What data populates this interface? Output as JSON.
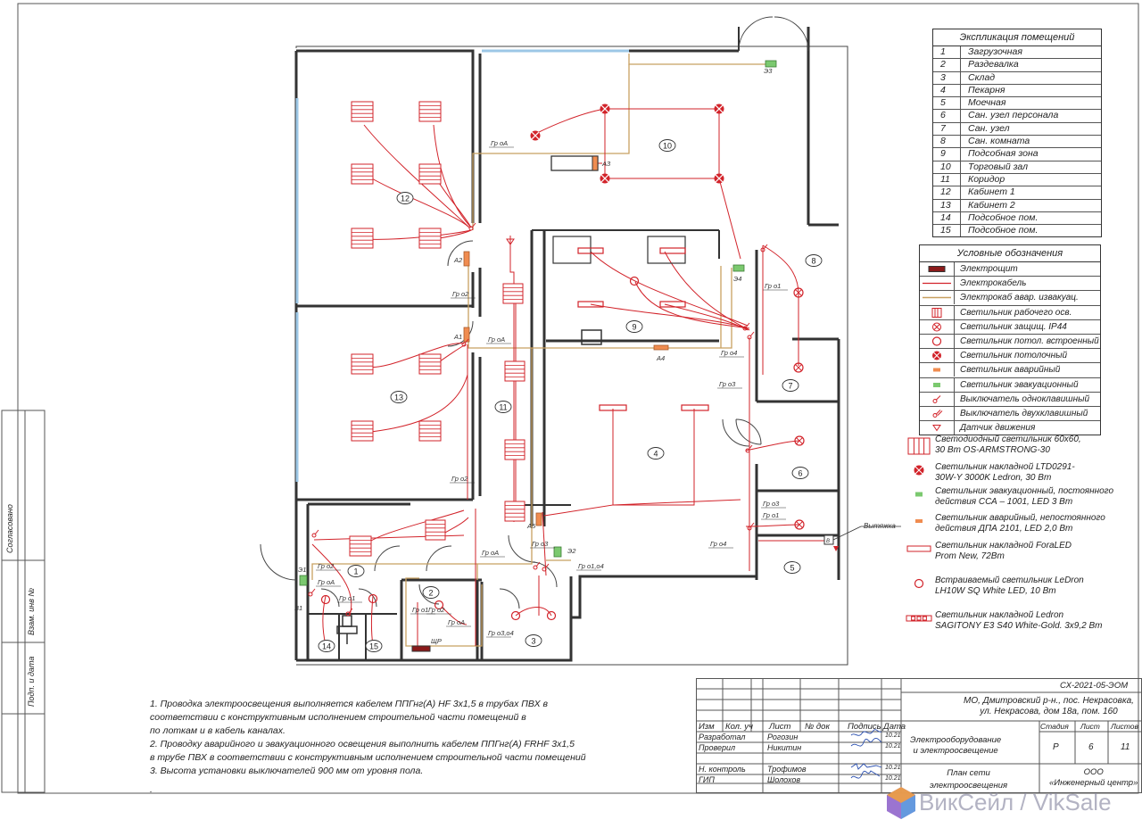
{
  "explication": {
    "title": "Экспликация помещений",
    "rooms": [
      {
        "n": "1",
        "name": "Загрузочная"
      },
      {
        "n": "2",
        "name": "Раздевалка"
      },
      {
        "n": "3",
        "name": "Склад"
      },
      {
        "n": "4",
        "name": "Пекарня"
      },
      {
        "n": "5",
        "name": "Моечная"
      },
      {
        "n": "6",
        "name": "Сан. узел персонала"
      },
      {
        "n": "7",
        "name": "Сан. узел"
      },
      {
        "n": "8",
        "name": "Сан. комната"
      },
      {
        "n": "9",
        "name": "Подсобная зона"
      },
      {
        "n": "10",
        "name": "Торговый зал"
      },
      {
        "n": "11",
        "name": "Коридор"
      },
      {
        "n": "12",
        "name": "Кабинет 1"
      },
      {
        "n": "13",
        "name": "Кабинет 2"
      },
      {
        "n": "14",
        "name": "Подсобное пом."
      },
      {
        "n": "15",
        "name": "Подсобное пом."
      }
    ]
  },
  "legend": {
    "title": "Условные обозначения",
    "items": [
      {
        "icon": "electrical-panel-icon",
        "label": "Электрощит"
      },
      {
        "icon": "cable-line-icon",
        "label": "Электрокабель"
      },
      {
        "icon": "emergency-cable-line-icon",
        "label": "Электрокаб авар. извакуац."
      },
      {
        "icon": "work-light-icon",
        "label": "Светильник рабочего осв."
      },
      {
        "icon": "protected-light-icon",
        "label": "Светильник защищ. IP44"
      },
      {
        "icon": "recessed-light-icon",
        "label": "Светильник потол. встроенный"
      },
      {
        "icon": "ceiling-light-icon",
        "label": "Светильник потолочный"
      },
      {
        "icon": "emergency-light-icon",
        "label": "Светильник аварийный"
      },
      {
        "icon": "evacuation-light-icon",
        "label": "Светильник эвакуационный"
      },
      {
        "icon": "single-switch-icon",
        "label": "Выключатель одноклавишный"
      },
      {
        "icon": "double-switch-icon",
        "label": "Выключатель двухклавишный"
      },
      {
        "icon": "motion-sensor-icon",
        "label": "Датчик движения"
      }
    ]
  },
  "products": [
    {
      "icon": "led-panel-icon",
      "text": "Светодиодный светильник  60х60,\n30 Вт  OS-ARMSTRONG-30"
    },
    {
      "icon": "overhead-light-icon",
      "text": "Светильник накладной LTD0291-\n30W-Y 3000K Ledron, 30 Вт"
    },
    {
      "icon": "evacuation-light-icon",
      "text": "Светильник эвакуационный, постоянного\nдействия    ССА – 1001, LED 3 Вт"
    },
    {
      "icon": "emergency-light-icon",
      "text": "Светильник аварийный, непостоянного\nдействия    ДПА 2101, LED 2,0 Вт"
    },
    {
      "icon": "foraled-light-icon",
      "text": "Светильник накладной ForaLED\nProm New,  72Вт"
    },
    {
      "icon": "recessed-light-icon",
      "text": "Встраиваемый светильник LeDron\nLH10W SQ White LED, 10 Вт"
    },
    {
      "icon": "sagitony-light-icon",
      "text": "Светильник накладной Ledron\nSAGITONY E3 S40 White-Gold. 3х9,2 Вт"
    }
  ],
  "notes": [
    "1. Проводка  электроосвещения выполняется кабелем  ППГнг(А) HF 3х1,5   в  трубах ПВХ  в\n     соответствии  с конструктивным  исполнением строительной  части помещений в\n     по лоткам и в кабель каналах.",
    "2.   Проводку аварийного и эвакуационного освещения выполнить кабелем ППГнг(А) FRHF 3х1,5\n     в трубе ПВХ  в соответствии  с конструктивным  исполнением строительной  части помещений",
    "3. Высота установки выключателей 900 мм от уровня пола."
  ],
  "note_dot": ".",
  "plan_labels": {
    "rooms": [
      "1",
      "2",
      "3",
      "4",
      "5",
      "6",
      "7",
      "8",
      "9",
      "10",
      "11",
      "12",
      "13",
      "14",
      "15"
    ],
    "panels": [
      "А1",
      "А2",
      "А3",
      "А4",
      "А5",
      "Э1",
      "Э2",
      "Э3",
      "Э4"
    ],
    "groups": [
      "Гр оА",
      "Гр о2",
      "Гр оА",
      "Гр о1",
      "Гр о4",
      "Гр о3",
      "Гр о1",
      "Гр о4",
      "Гр о1,о4",
      "Гр о3",
      "Гр о2",
      "Гр оА",
      "Гр о1",
      "Гр о2",
      "Гр о2",
      "Гр оА",
      "Гр о1",
      "Гр оА",
      "Гр о3,о4",
      "Гр о3"
    ],
    "panel_sh": "ЩР",
    "exhaust": "Вытяжка",
    "v": "В",
    "v1": "В1"
  },
  "stamp": {
    "code": "СХ-2021-05-ЭОМ",
    "address": "МО, Дмитровский р-н., пос. Некрасовка,\nул. Некрасова, дом 18а, пом. 160",
    "headers": [
      "Изм",
      "Кол. уч",
      "Лист",
      "№ док",
      "Подпись",
      "Дата"
    ],
    "roles": [
      {
        "role": "Разработал",
        "name": "Рогозин",
        "date": "10.21"
      },
      {
        "role": "Проверил",
        "name": "Никитин",
        "date": "10.21"
      },
      {
        "role": "Н. контроль",
        "name": "Трофимов",
        "date": "10.21"
      },
      {
        "role": "ГИП",
        "name": "Шолохов",
        "date": "10.21"
      }
    ],
    "title1": "Электрооборудование\nи электроосвещение",
    "title2": "План сети\nэлектроосвещения",
    "stage_h": "Стадия",
    "sheet_h": "Лист",
    "sheets_h": "Листов",
    "stage": "Р",
    "sheet": "6",
    "sheets": "11",
    "org": "ООО\n«Инженерный центр»"
  },
  "side_column": [
    "Согласовано",
    "Взам. инв №",
    "Подп. и дата"
  ],
  "watermark": "ВикСейл / VikSale",
  "colors": {
    "line": "#d2232a",
    "emergency": "#c8a060",
    "evac": "#7bc96f",
    "emergencyLamp": "#f08c50",
    "wall": "#333333",
    "window": "#9cc7e6"
  }
}
